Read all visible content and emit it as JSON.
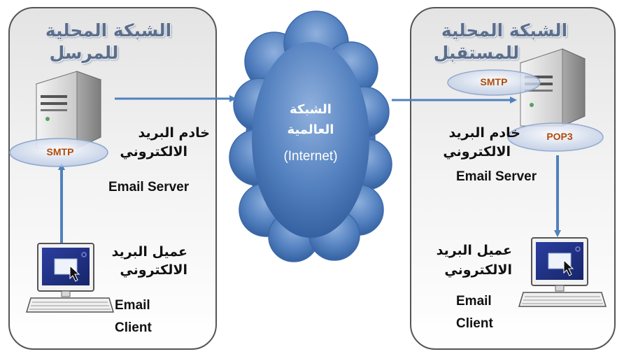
{
  "sender": {
    "network_title_line1": "الشبكة المحلية",
    "network_title_line2": "للمرسل",
    "server_label_ar": "خادم البريد",
    "server_label_ar2": "الالكتروني",
    "server_label_en": "Email Server",
    "server_protocol": "SMTP",
    "client_label_ar": "عميل البريد",
    "client_label_ar2": "الالكتروني",
    "client_label_en1": "Email",
    "client_label_en2": "Client"
  },
  "internet": {
    "label_ar1": "الشبكة",
    "label_ar2": "العالمية",
    "label_en": "(Internet)"
  },
  "receiver": {
    "network_title_line1": "الشبكة المحلية",
    "network_title_line2": "للمستقبل",
    "server_protocol_top": "SMTP",
    "server_protocol_bottom": "POP3",
    "server_label_ar": "خادم البريد",
    "server_label_ar2": "الالكتروني",
    "server_label_en": "Email Server",
    "client_label_ar": "عميل البريد",
    "client_label_ar2": "الالكتروني",
    "client_label_en1": "Email",
    "client_label_en2": "Client"
  },
  "colors": {
    "arrow": "#4f81bd",
    "cloud": "#4a78b8",
    "protocol_text": "#b04a0c",
    "title_text": "#5b6e8c"
  }
}
